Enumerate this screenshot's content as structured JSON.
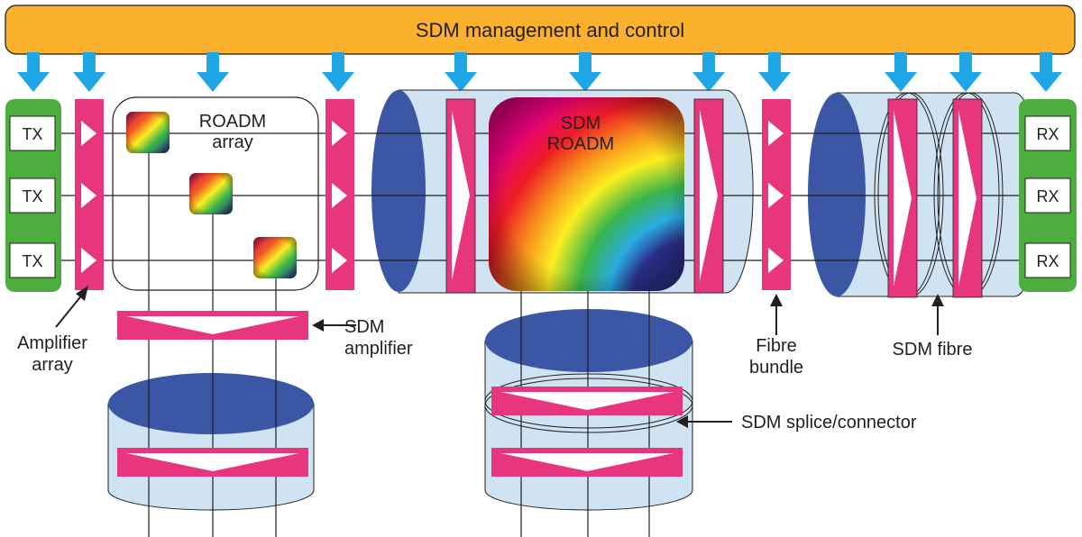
{
  "colors": {
    "control_bar": "#fbb12b",
    "control_bar_border": "#1a1a1a",
    "arrow": "#1ea6e6",
    "amplifier": "#e8367e",
    "terminal_border": "#4caf3d",
    "fibre_end": "#3a56a4",
    "fibre_body": "#cfe3f2",
    "line": "#231f20"
  },
  "labels": {
    "control": "SDM management and control",
    "tx": [
      "TX",
      "TX",
      "TX"
    ],
    "rx": [
      "RX",
      "RX",
      "RX"
    ],
    "roadm_array": [
      "ROADM",
      "array"
    ],
    "sdm_roadm": [
      "SDM",
      "ROADM"
    ],
    "amplifier_array": [
      "Amplifier",
      "array"
    ],
    "sdm_amplifier": [
      "SDM",
      "amplifier"
    ],
    "fibre_bundle": [
      "Fibre",
      "bundle"
    ],
    "sdm_fibre": "SDM fibre",
    "splice": "SDM splice/connector"
  }
}
